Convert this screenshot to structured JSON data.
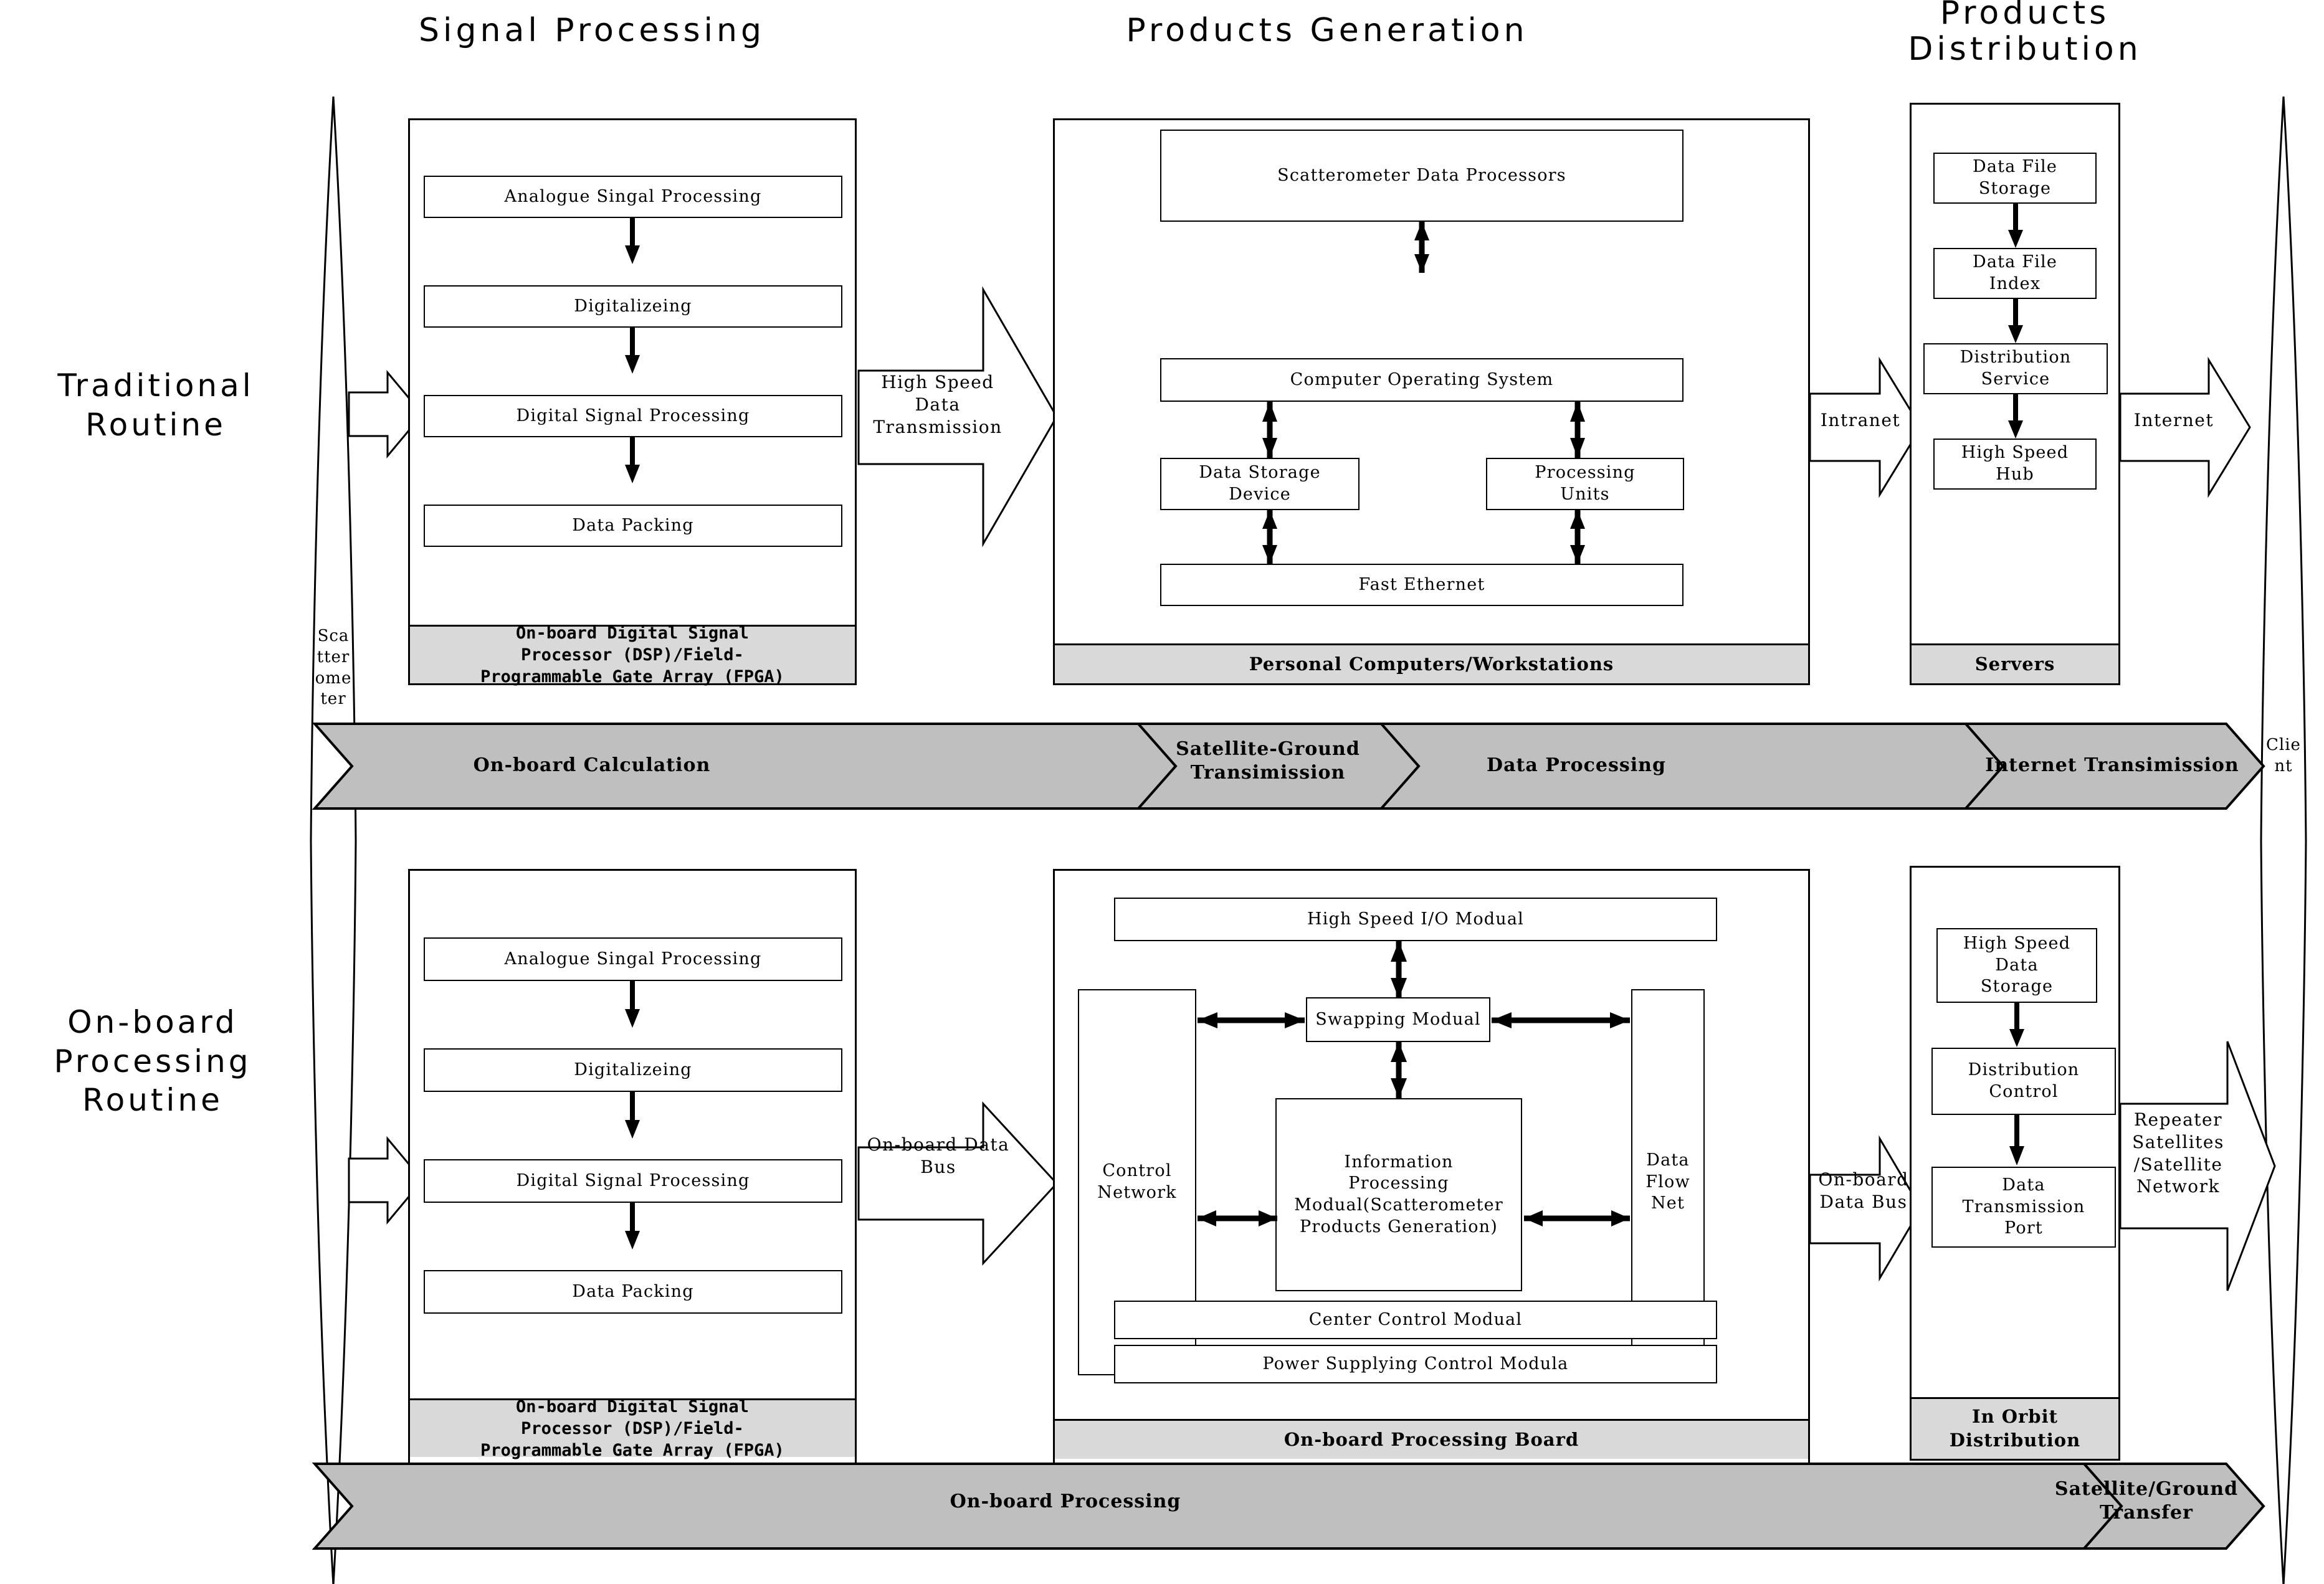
{
  "columns": {
    "signal_processing": "Signal Processing",
    "products_generation": "Products Generation",
    "products_distribution": "Products\nDistribution"
  },
  "routines": {
    "traditional": "Traditional\nRoutine",
    "onboard": "On-board\nProcessing\nRoutine"
  },
  "endpoints": {
    "scatterometer": "Scatterometer",
    "client": "Client"
  },
  "traditional": {
    "signal_processing": {
      "steps": [
        "Analogue Singal Processing",
        "Digitalizeing",
        "Digital Signal Processing",
        "Data Packing"
      ],
      "footer": "On-board Digital Signal\nProcessor (DSP)/Field-\nProgrammable Gate Array (FPGA)"
    },
    "transmission_arrow": "High Speed\nData\nTransmission",
    "products_generation": {
      "processors": "Scatterometer Data Processors",
      "os": "Computer Operating System",
      "storage": "Data Storage\nDevice",
      "units": "Processing\nUnits",
      "ethernet": "Fast Ethernet",
      "footer": "Personal Computers/Workstations"
    },
    "intranet_arrow": "Intranet",
    "products_distribution": {
      "steps": [
        "Data File\nStorage",
        "Data File\nIndex",
        "Distribution\nService",
        "High Speed\nHub"
      ],
      "footer": "Servers"
    },
    "internet_arrow": "Internet",
    "band": [
      "On-board Calculation",
      "Satellite-Ground\nTransimission",
      "Data Processing",
      "Internet Transimission"
    ]
  },
  "onboard": {
    "signal_processing": {
      "steps": [
        "Analogue Singal Processing",
        "Digitalizeing",
        "Digital Signal Processing",
        "Data Packing"
      ],
      "footer": "On-board Digital Signal\nProcessor (DSP)/Field-\nProgrammable Gate Array (FPGA)"
    },
    "bus_arrow_left": "On-board Data\nBus",
    "products_generation": {
      "io": "High Speed I/O Modual",
      "control_network": "Control\nNetwork",
      "swapping": "Swapping Modual",
      "data_flow_net": "Data\nFlow\nNet",
      "information": "Information\nProcessing\nModual(Scatterometer\nProducts Generation)",
      "center_control": "Center Control Modual",
      "power": "Power Supplying Control Modula",
      "footer": "On-board Processing Board"
    },
    "bus_arrow_right": "On-board\nData Bus",
    "products_distribution": {
      "steps": [
        "High Speed\nData\nStorage",
        "Distribution\nControl",
        "Data\nTransmission\nPort"
      ],
      "footer": "In Orbit\nDistribution"
    },
    "repeater_arrow": "Repeater\nSatellites\n/Satellite\nNetwork",
    "band": [
      "On-board Processing",
      "Satellite/Ground\nTransfer"
    ]
  },
  "colors": {
    "stroke": "#000000",
    "footer_fill": "#d9d9d9",
    "band_fill": "#bfbfbf",
    "page_bg": "#ffffff"
  }
}
